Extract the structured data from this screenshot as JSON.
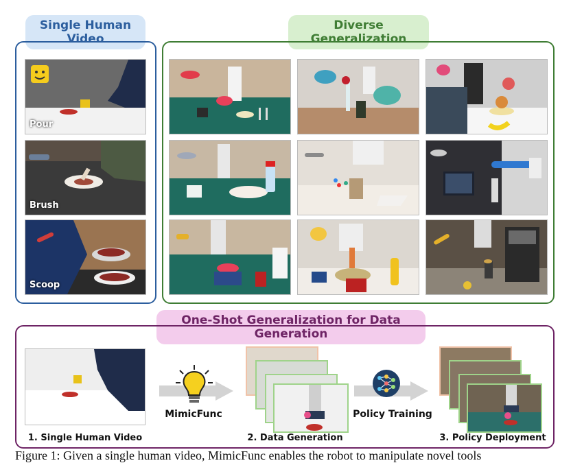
{
  "left_panel": {
    "title": "Single Human Video",
    "color": "#2c5e9e",
    "items": [
      {
        "caption": "Pour"
      },
      {
        "caption": "Brush"
      },
      {
        "caption": "Scoop"
      }
    ]
  },
  "right_panel": {
    "title": "Diverse Generalization",
    "color": "#3f7d34"
  },
  "bottom_panel": {
    "title": "One-Shot Generalization for Data Generation",
    "color": "#6e2465",
    "mid_labels": [
      "MimicFunc",
      "Policy Training"
    ],
    "steps": [
      "1. Single Human Video",
      "2. Data Generation",
      "3. Policy Deployment"
    ]
  },
  "caption_text": "Figure 1: Given a single human video, MimicFunc enables the robot to manipulate novel tools"
}
